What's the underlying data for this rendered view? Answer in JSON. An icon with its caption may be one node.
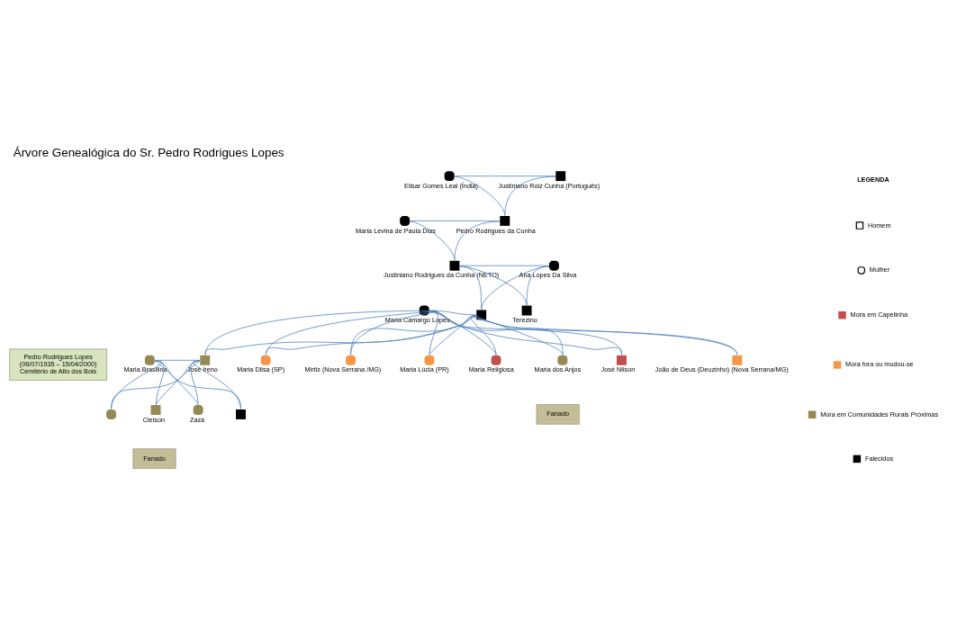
{
  "diagram": {
    "title": "Árvore Genealógica do Sr. Pedro Rodrigues Lopes",
    "nodes": [
      {
        "text": [],
        "shape": "circle",
        "beside": [
          "Elisar Gomes Leal (Índia)"
        ]
      },
      {
        "text": [],
        "shape": "box",
        "beside": [
          "Justiniano Roiz Cunha (Português)"
        ]
      },
      {
        "text": [],
        "shape": "circle",
        "beside": [
          "Maria Levina de Paula Dias"
        ]
      },
      {
        "text": [],
        "shape": "box",
        "beside": [
          "Pedro Rodrigues da Cunha"
        ]
      },
      {
        "text": [],
        "shape": "box",
        "beside": [
          "Justiniano Rodrigues da Cunha (NETO)"
        ]
      },
      {
        "text": [],
        "shape": "circle",
        "beside": [
          "Ana Lopes Da Silva"
        ]
      },
      {
        "text": [],
        "shape": "circle",
        "beside": [
          "Maria Camargo Lopes"
        ]
      },
      {
        "text": [],
        "shape": "box"
      },
      {
        "text": [
          "Pedro Rodrigues Lopes",
          "(06/07/1935 – 15/04/2000)",
          "Cemitério de Alto dos Bois"
        ]
      },
      {
        "text": [],
        "shape": "box",
        "beside": [
          "Terezino"
        ]
      },
      {
        "text": [],
        "shape": "circle",
        "beside": [
          "Maria Brasilina"
        ]
      },
      {
        "text": [],
        "shape": "box",
        "beside": [
          "José Ireno"
        ]
      },
      {
        "text": [],
        "shape": "circle",
        "beside": [
          "Maria Dilsa (SP)"
        ]
      },
      {
        "text": [],
        "shape": "circle",
        "beside": [
          "Mirtiz (Nova Serrana /MG)"
        ]
      },
      {
        "text": [],
        "shape": "circle",
        "beside": [
          "Maria Lúcia (PR)"
        ]
      },
      {
        "text": [],
        "shape": "circle",
        "beside": [
          "Maria Religiosa"
        ]
      },
      {
        "text": [],
        "shape": "circle",
        "beside": [
          "Maria dos Anjos"
        ]
      },
      {
        "text": [],
        "shape": "box",
        "beside": [
          "José Nilson"
        ]
      },
      {
        "text": [],
        "shape": "box",
        "beside": [
          "João de Deus (Deuzinho) (Nova Serrana/MG)"
        ]
      },
      {
        "text": [],
        "shape": "circle"
      },
      {
        "text": [],
        "shape": "box",
        "beside": [
          "Cleison"
        ]
      },
      {
        "text": [],
        "shape": "circle",
        "beside": [
          "Zazá"
        ]
      },
      {
        "text": [],
        "shape": "box"
      },
      {
        "text": [
          "Fanado"
        ]
      },
      {
        "text": [
          "Fanado"
        ]
      }
    ],
    "edges": [
      {
        "from": 0,
        "to": 1,
        "arrow": "none"
      },
      {
        "from": 0,
        "to": 3,
        "arrow": "none"
      },
      {
        "from": 1,
        "to": 3,
        "arrow": "none"
      },
      {
        "from": 2,
        "to": 3,
        "arrow": "none"
      },
      {
        "from": 2,
        "to": 4,
        "arrow": "none"
      },
      {
        "from": 3,
        "to": 4,
        "arrow": "none"
      },
      {
        "from": 4,
        "to": 5,
        "arrow": "none"
      },
      {
        "from": 4,
        "to": 7,
        "arrow": "none"
      },
      {
        "from": 5,
        "to": 7,
        "arrow": "none"
      },
      {
        "from": 4,
        "to": 9,
        "arrow": "none"
      },
      {
        "from": 5,
        "to": 9,
        "arrow": "none"
      },
      {
        "from": 6,
        "to": 7,
        "arrow": "none"
      },
      {
        "from": 6,
        "to": 11,
        "arrow": "none"
      },
      {
        "from": 7,
        "to": 11,
        "arrow": "none"
      },
      {
        "from": 6,
        "to": 12,
        "arrow": "none"
      },
      {
        "from": 7,
        "to": 12,
        "arrow": "none"
      },
      {
        "from": 6,
        "to": 13,
        "arrow": "none"
      },
      {
        "from": 7,
        "to": 13,
        "arrow": "none"
      },
      {
        "from": 6,
        "to": 14,
        "arrow": "none"
      },
      {
        "from": 7,
        "to": 14,
        "arrow": "none"
      },
      {
        "from": 6,
        "to": 15,
        "arrow": "none"
      },
      {
        "from": 7,
        "to": 15,
        "arrow": "none"
      },
      {
        "from": 6,
        "to": 16,
        "arrow": "none"
      },
      {
        "from": 7,
        "to": 16,
        "arrow": "none"
      },
      {
        "from": 6,
        "to": 17,
        "arrow": "none"
      },
      {
        "from": 7,
        "to": 17,
        "arrow": "none"
      },
      {
        "from": 6,
        "to": 18,
        "arrow": "none"
      },
      {
        "from": 7,
        "to": 18,
        "arrow": "none"
      },
      {
        "from": 10,
        "to": 11,
        "arrow": "none"
      },
      {
        "from": 10,
        "to": 19,
        "arrow": "none"
      },
      {
        "from": 11,
        "to": 19,
        "arrow": "none"
      },
      {
        "from": 10,
        "to": 20,
        "arrow": "none"
      },
      {
        "from": 11,
        "to": 20,
        "arrow": "none"
      },
      {
        "from": 10,
        "to": 21,
        "arrow": "none"
      },
      {
        "from": 11,
        "to": 21,
        "arrow": "none"
      },
      {
        "from": 10,
        "to": 22,
        "arrow": "none"
      },
      {
        "from": 11,
        "to": 22,
        "arrow": "none"
      }
    ],
    "labels": [
      "LEGENDA"
    ],
    "legend": [
      {
        "text": "Homem"
      },
      {
        "text": "Mulher"
      },
      {
        "text": "Mora em Capelinha",
        "color": "#c0504d"
      },
      {
        "text": "Mora fora ou mudou-se",
        "color": "#f79646"
      },
      {
        "text": "Mora em Comunidades Rurais Próximas",
        "color": "#948a54"
      },
      {
        "text": "Falecidos",
        "color": "#000000"
      }
    ]
  }
}
